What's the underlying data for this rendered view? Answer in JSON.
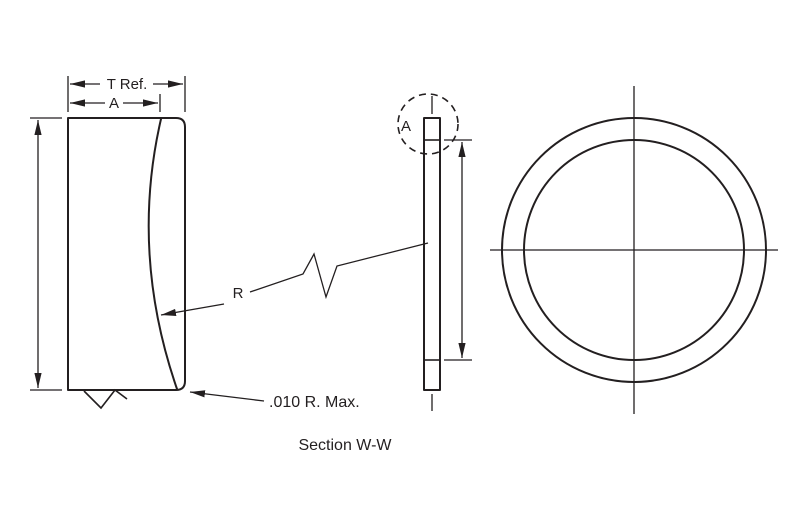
{
  "diagram": {
    "title": "Section W-W",
    "labels": {
      "t_ref": "T Ref.",
      "a": "A",
      "r": "R",
      "detail_a": "A",
      "corner_radius": ".010 R. Max."
    },
    "colors": {
      "line": "#231f20",
      "background": "#ffffff"
    }
  }
}
